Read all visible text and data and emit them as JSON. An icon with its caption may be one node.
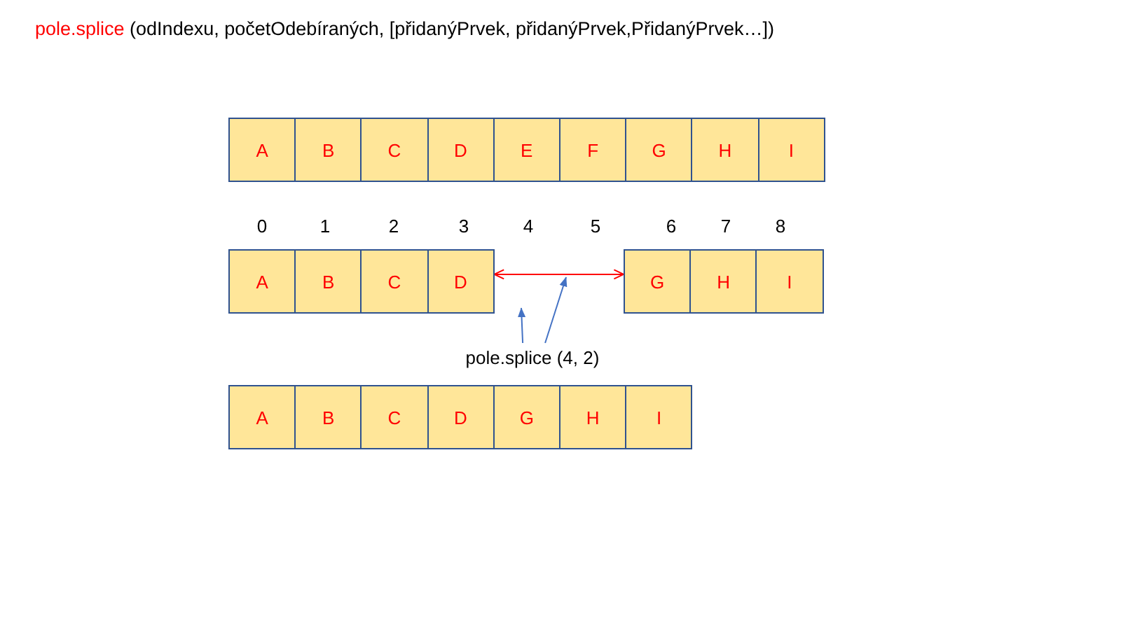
{
  "diagram": {
    "title": "pole.splice (odIndexu, početOdebíraných, [přidanýPrvek, přidanýPrvek,PřidanýPrvek…])",
    "nodes": [
      {
        "text": [
          "A"
        ]
      },
      {
        "text": [
          "B"
        ]
      },
      {
        "text": [
          "C"
        ]
      },
      {
        "text": [
          "D"
        ]
      },
      {
        "text": [
          "E"
        ]
      },
      {
        "text": [
          "F"
        ]
      },
      {
        "text": [
          "G"
        ]
      },
      {
        "text": [
          "H"
        ]
      },
      {
        "text": [
          "I"
        ]
      },
      {
        "text": [
          "A"
        ]
      },
      {
        "text": [
          "B"
        ]
      },
      {
        "text": [
          "C"
        ]
      },
      {
        "text": [
          "D"
        ]
      },
      {
        "text": [
          "G"
        ]
      },
      {
        "text": [
          "H"
        ]
      },
      {
        "text": [
          "I"
        ]
      },
      {
        "text": [
          "pole.splice (4, 2)"
        ]
      },
      {
        "text": [
          "A"
        ]
      },
      {
        "text": [
          "B"
        ]
      },
      {
        "text": [
          "C"
        ]
      },
      {
        "text": [
          "D"
        ]
      },
      {
        "text": [
          "G"
        ]
      },
      {
        "text": [
          "H"
        ]
      },
      {
        "text": [
          "I"
        ]
      }
    ],
    "edges": [
      {
        "from": 12,
        "to": 13,
        "arrow": "both",
        "color": "#ff0000"
      },
      {
        "from": 16,
        "to": null,
        "arrow": "to"
      },
      {
        "from": 16,
        "to": null,
        "arrow": "to"
      }
    ],
    "labels": [
      "0",
      "1",
      "2",
      "3",
      "4",
      "5",
      "6",
      "7",
      "8"
    ]
  }
}
